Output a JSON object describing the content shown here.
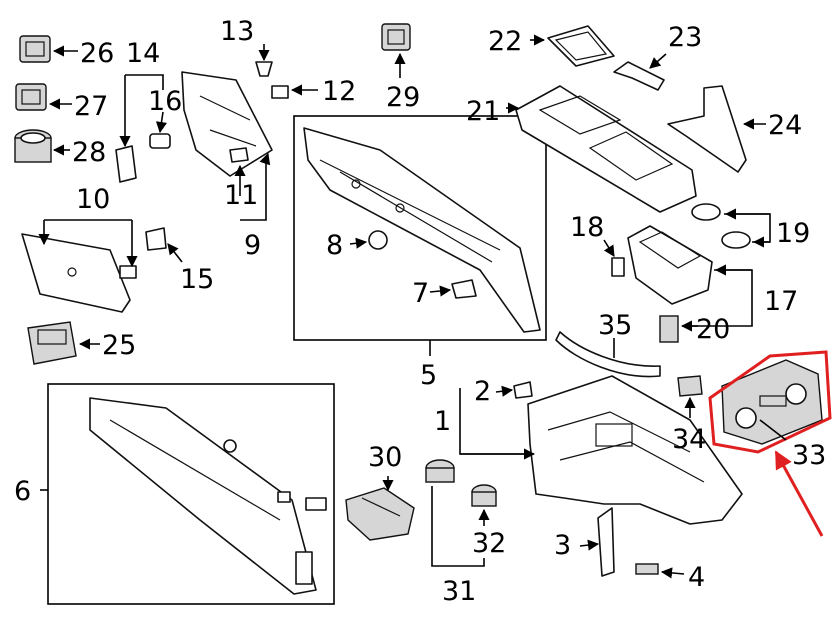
{
  "diagram": {
    "callouts": {
      "c1": "1",
      "c2": "2",
      "c3": "3",
      "c4": "4",
      "c5": "5",
      "c6": "6",
      "c7": "7",
      "c8": "8",
      "c9": "9",
      "c10": "10",
      "c11": "11",
      "c12": "12",
      "c13": "13",
      "c14": "14",
      "c15": "15",
      "c16": "16",
      "c17": "17",
      "c18": "18",
      "c19": "19",
      "c20": "20",
      "c21": "21",
      "c22": "22",
      "c23": "23",
      "c24": "24",
      "c25": "25",
      "c26": "26",
      "c27": "27",
      "c28": "28",
      "c29": "29",
      "c30": "30",
      "c31": "31",
      "c32": "32",
      "c33": "33",
      "c34": "34",
      "c35": "35"
    },
    "colors": {
      "line": "#111111",
      "highlight": "#e02020"
    }
  }
}
